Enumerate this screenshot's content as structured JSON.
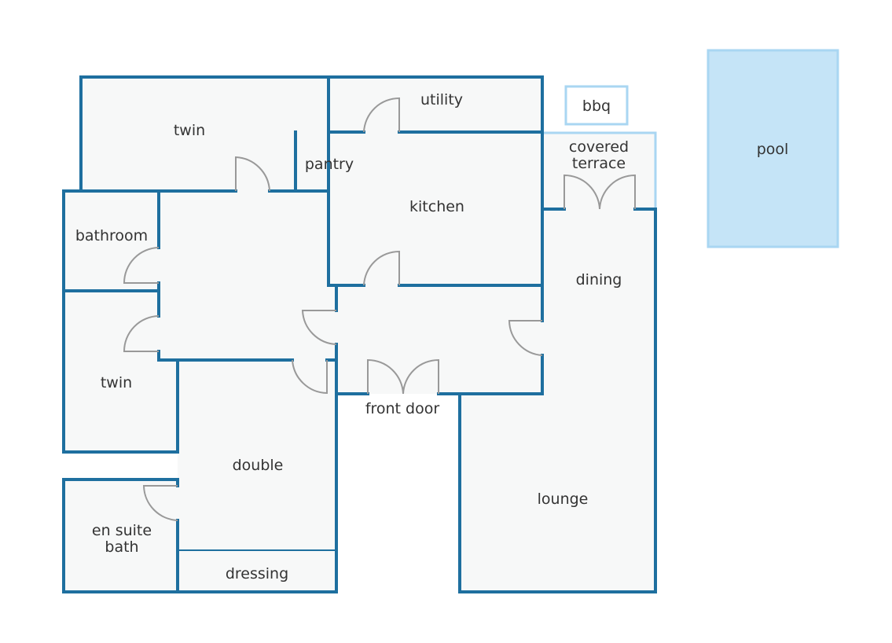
{
  "rooms": {
    "twin_top": "twin",
    "utility": "utility",
    "bbq": "bbq",
    "pool": "pool",
    "pantry": "pantry",
    "covered_terrace_1": "covered",
    "covered_terrace_2": "terrace",
    "kitchen": "kitchen",
    "bathroom": "bathroom",
    "dining": "dining",
    "twin_left": "twin",
    "front_door": "front door",
    "double": "double",
    "lounge": "lounge",
    "en_suite_1": "en suite",
    "en_suite_2": "bath",
    "dressing": "dressing"
  },
  "colors": {
    "wall": "#1e6f9f",
    "floor": "#f7f8f8",
    "pool_fill": "#c5e4f7",
    "pool_border": "#a9d6f2",
    "door": "#999999"
  }
}
